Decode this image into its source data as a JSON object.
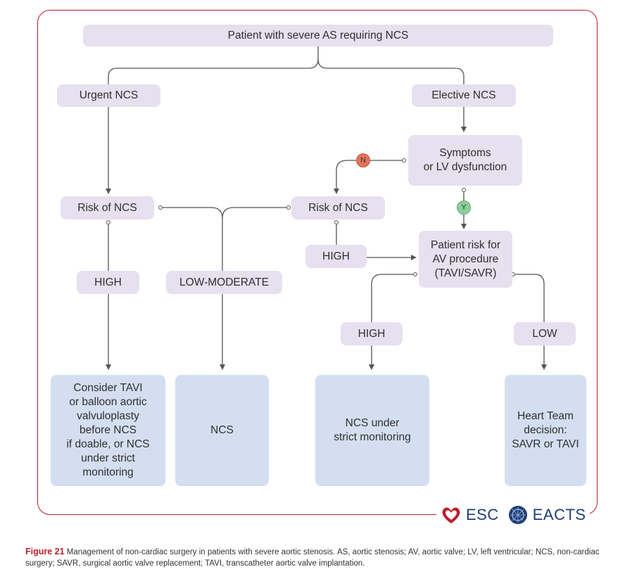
{
  "diagram": {
    "root": "Patient with severe AS requiring NCS",
    "urgent": "Urgent NCS",
    "elective": "Elective NCS",
    "symptoms": "Symptoms\nor LV dysfunction",
    "risk_left": "Risk of NCS",
    "risk_right": "Risk of NCS",
    "high_mid": "HIGH",
    "patient_risk": "Patient risk for\nAV procedure\n(TAVI/SAVR)",
    "high_left": "HIGH",
    "low_moderate": "LOW-MODERATE",
    "high_right": "HIGH",
    "low_right": "LOW",
    "out_tavi": "Consider TAVI\nor balloon aortic\nvalvuloplasty\nbefore NCS\nif doable, or NCS\nunder strict\nmonitoring",
    "out_ncs": "NCS",
    "out_strict": "NCS under\nstrict monitoring",
    "out_heart": "Heart Team\ndecision:\nSAVR or TAVI",
    "badge_n": "N",
    "badge_y": "Y"
  },
  "logos": {
    "esc": "ESC",
    "eacts": "EACTS"
  },
  "caption": {
    "label": "Figure 21",
    "text": " Management of non-cardiac surgery in patients with severe aortic stenosis. AS, aortic stenosis; AV, aortic valve; LV, left ventricular; NCS, non-cardiac surgery; SAVR, surgical aortic valve replacement; TAVI, transcatheter aortic valve implantation."
  },
  "colors": {
    "frame": "#b8202c",
    "lavender": "#e6e0ef",
    "outcome": "#d3dff0",
    "no": "#e2755d",
    "yes": "#8ccf9b"
  }
}
